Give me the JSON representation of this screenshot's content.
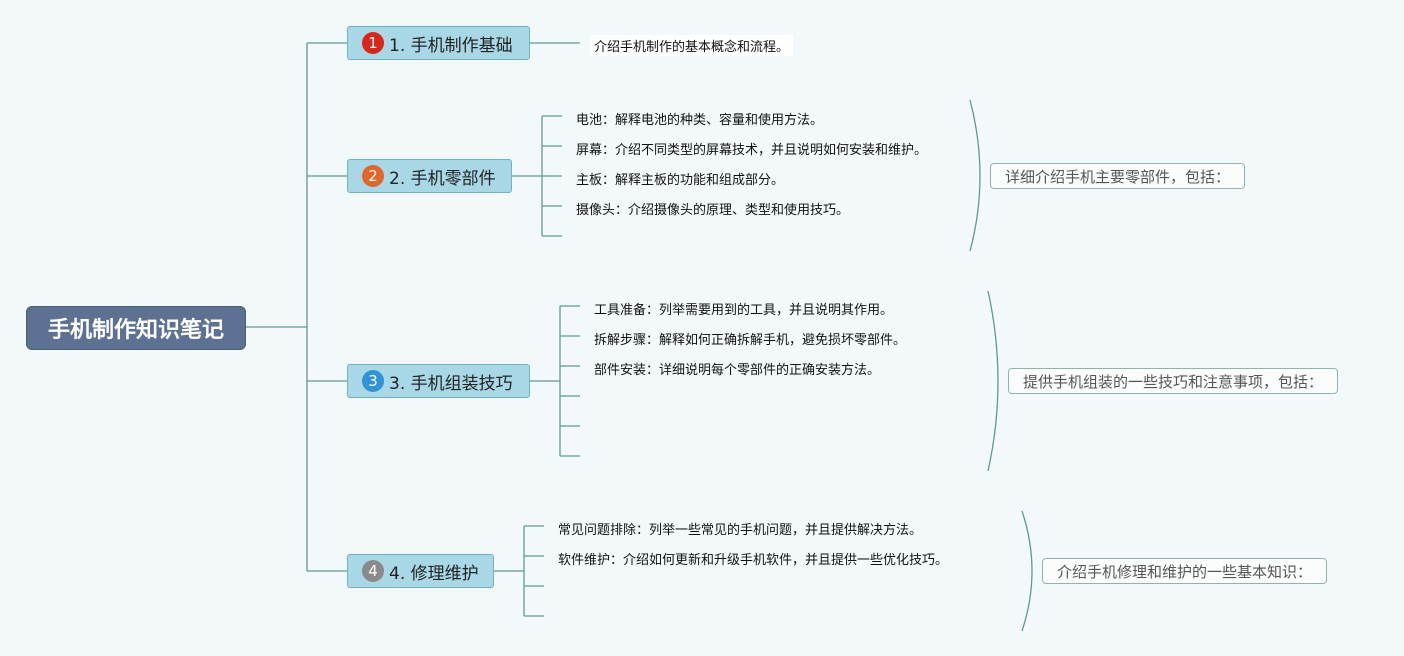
{
  "root": {
    "label": "手机制作知识笔记"
  },
  "colors": {
    "line": "#5a9b92",
    "badge1": "#d9261c",
    "badge2": "#e0662a",
    "badge3": "#2f93d6",
    "badge4": "#8a8a8a"
  },
  "topics": [
    {
      "num": "1",
      "label": "1. 手机制作基础",
      "description": "介绍手机制作的基本概念和流程。"
    },
    {
      "num": "2",
      "label": "2. 手机零部件",
      "items": [
        "电池：解释电池的种类、容量和使用方法。",
        "屏幕：介绍不同类型的屏幕技术，并且说明如何安装和维护。",
        "主板：解释主板的功能和组成部分。",
        "摄像头：介绍摄像头的原理、类型和使用技巧。"
      ],
      "summary": "详细介绍手机主要零部件，包括："
    },
    {
      "num": "3",
      "label": "3. 手机组装技巧",
      "items": [
        "工具准备：列举需要用到的工具，并且说明其作用。",
        "拆解步骤：解释如何正确拆解手机，避免损坏零部件。",
        "部件安装：详细说明每个零部件的正确安装方法。"
      ],
      "summary": "提供手机组装的一些技巧和注意事项，包括："
    },
    {
      "num": "4",
      "label": "4. 修理维护",
      "items": [
        "常见问题排除：列举一些常见的手机问题，并且提供解决方法。",
        "软件维护：介绍如何更新和升级手机软件，并且提供一些优化技巧。"
      ],
      "summary": "介绍手机修理和维护的一些基本知识："
    }
  ]
}
